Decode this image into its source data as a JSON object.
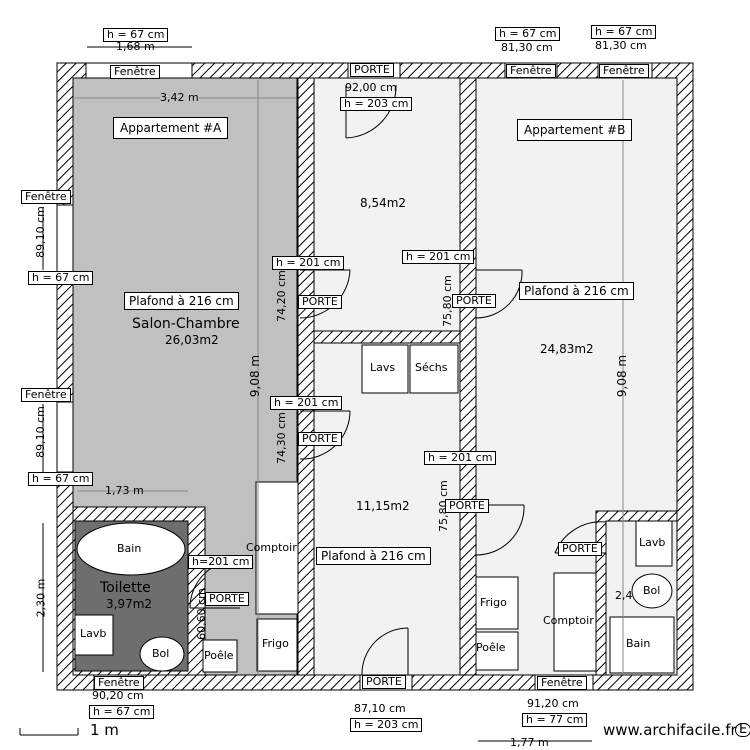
{
  "rooms": {
    "apt_a_label": "Appartement #A",
    "apt_b_label": "Appartement #B",
    "salon_name": "Salon-Chambre",
    "salon_area": "26,03m2",
    "room_top_area": "8,54m2",
    "room_mid_area": "11,15m2",
    "apt_b_area": "24,83m2",
    "toilet_name": "Toilette",
    "toilet_area": "3,97m2",
    "partial_area": "2,4"
  },
  "labels": {
    "plafond": "Plafond à 216 cm",
    "window": "Fenêtre",
    "door": "PORTE",
    "lavs": "Lavs",
    "sechs": "Séchs",
    "comptoir": "Comptoir",
    "frigo": "Frigo",
    "poele": "Poêle",
    "bain": "Bain",
    "lavb": "Lavb",
    "bol": "Bol",
    "h67": "h = 67 cm",
    "h201": "h = 201 cm",
    "h201b": "h=201 cm",
    "h203": "h = 203 cm",
    "h77": "h = 77 cm"
  },
  "dimensions": {
    "d168": "1,68 m",
    "d342": "3,42 m",
    "d9200": "92,00 cm",
    "d8130": "81,30 cm",
    "d8910": "89,10 cm",
    "d908": "9,08 m",
    "d7420": "74,20 cm",
    "d7430": "74,30 cm",
    "d7580": "75,80 cm",
    "d173": "1,73 m",
    "d230": "2,30 m",
    "d6060": "60,60 cm",
    "d9020": "90,20 cm",
    "d8710": "87,10 cm",
    "d9120": "91,20 cm",
    "d177": "1,77 m"
  },
  "footer": {
    "scale": "1 m",
    "watermark": "www.archifacile.fr",
    "corner": "E"
  }
}
